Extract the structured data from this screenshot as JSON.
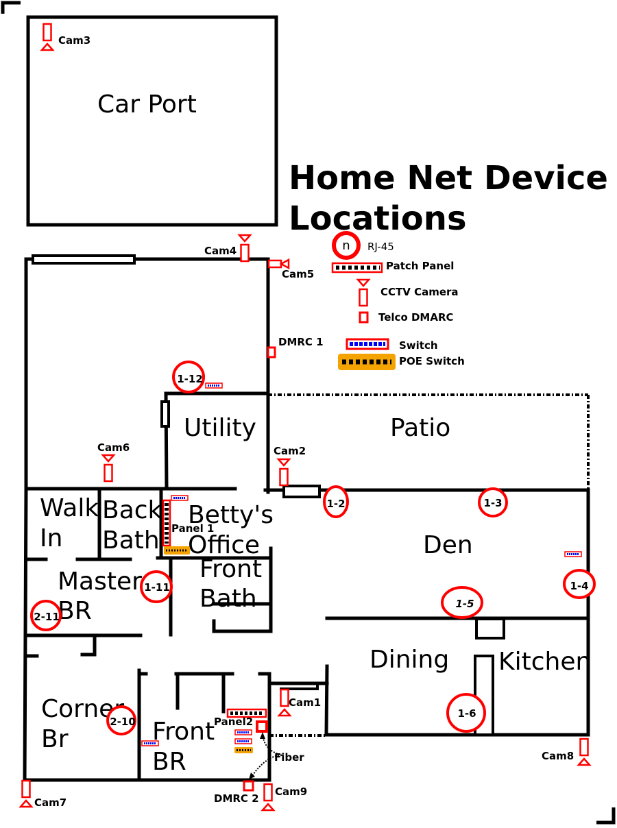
{
  "title": {
    "line1": "Home Net Device",
    "line2": "Locations"
  },
  "legend": {
    "rj45_symbol": "n",
    "rj45": "RJ-45",
    "patch_panel": "Patch Panel",
    "cctv": "CCTV Camera",
    "telco": "Telco DMARC",
    "switch": "Switch",
    "poe": "POE Switch"
  },
  "rooms": {
    "car_port": "Car Port",
    "utility": "Utility",
    "patio": "Patio",
    "walk_in_1": "Walk",
    "walk_in_2": "In",
    "back_bath_1": "Back",
    "back_bath_2": "Bath",
    "bettys_office_1": "Betty's",
    "bettys_office_2": "Office",
    "front_bath_1": "Front",
    "front_bath_2": "Bath",
    "den": "Den",
    "master_br_1": "Master",
    "master_br_2": "BR",
    "dining": "Dining",
    "kitchen": "Kitchen",
    "corner_br_1": "Corner",
    "corner_br_2": "Br",
    "front_br_1": "Front",
    "front_br_2": "BR"
  },
  "cameras": {
    "cam1": "Cam1",
    "cam2": "Cam2",
    "cam3": "Cam3",
    "cam4": "Cam4",
    "cam5": "Cam5",
    "cam6": "Cam6",
    "cam7": "Cam7",
    "cam8": "Cam8",
    "cam9": "Cam9"
  },
  "devices": {
    "dmrc1": "DMRC 1",
    "dmrc2": "DMRC 2",
    "panel1": "Panel 1",
    "panel2": "Panel2",
    "fiber": "Fiber"
  },
  "jacks": {
    "j1_2": "1-2",
    "j1_3": "1-3",
    "j1_4": "1-4",
    "j1_5": "1-5",
    "j1_6": "1-6",
    "j1_11": "1-11",
    "j1_12": "1-12",
    "j2_10": "2-10",
    "j2_11": "2-11"
  },
  "colors": {
    "wall": "#000000",
    "device": "#ff0000",
    "switch_port": "#0000ff",
    "poe": "#f5a300"
  }
}
